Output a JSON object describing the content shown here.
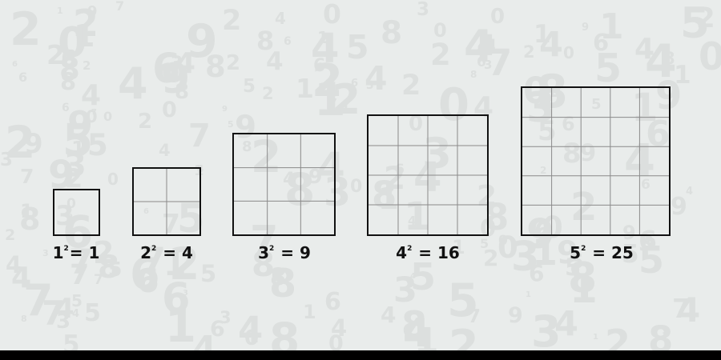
{
  "background_glyphs": "0123456789",
  "colors": {
    "background": "#e9eceb",
    "glyph": "#dcdfde",
    "outline": "#111111",
    "grid_line": "#8a8a8a",
    "bar": "#000000"
  },
  "squares": [
    {
      "n": 1,
      "base": "1",
      "exponent": "2",
      "equals": "= 1"
    },
    {
      "n": 2,
      "base": "2",
      "exponent": "2",
      "equals": "= 4"
    },
    {
      "n": 3,
      "base": "3",
      "exponent": "2",
      "equals": "= 9"
    },
    {
      "n": 4,
      "base": "4",
      "exponent": "2",
      "equals": "= 16"
    },
    {
      "n": 5,
      "base": "5",
      "exponent": "2",
      "equals": "= 25"
    }
  ]
}
